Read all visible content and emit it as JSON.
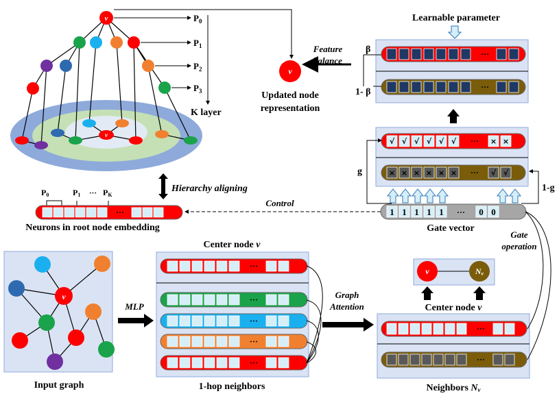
{
  "labels": {
    "p0": "P",
    "p0_sub": "0",
    "p1": "P",
    "p1_sub": "1",
    "p2": "P",
    "p2_sub": "2",
    "p3": "P",
    "p3_sub": "3",
    "k_layer": "K layer",
    "v": "v",
    "updated_node_line1": "Updated node",
    "updated_node_line2": "representation",
    "feature_balance_line1": "Feature",
    "feature_balance_line2": "balance",
    "learnable_parameter": "Learnable parameter",
    "beta": "β",
    "one_minus_beta": "1- β",
    "g": "g",
    "one_minus_g": "1-g",
    "hierarchy_aligning": "Hierarchy aligning",
    "control": "Control",
    "neuron_p0": "P",
    "neuron_p0_sub": "0",
    "neuron_p1": "P",
    "neuron_p1_sub": "1",
    "neuron_dots": "···",
    "neuron_pk": "P",
    "neuron_pk_sub": "K",
    "neurons_root": "Neurons in root node embedding",
    "gate_vector": "Gate vector",
    "gate_operation_line1": "Gate",
    "gate_operation_line2": "operation",
    "center_node_v": "Center node ",
    "center_node_v_italic": "v",
    "center_node_v2": "Center node ",
    "center_node_v2_italic": "v",
    "nv": "N",
    "nv_sub": "v",
    "mlp": "MLP",
    "graph_attention_line1": "Graph",
    "graph_attention_line2": "Attention",
    "input_graph": "Input graph",
    "one_hop": "1-hop neighbors",
    "neighbors_nv": "Neighbors ",
    "neighbors_nv_italic": "N",
    "neighbors_nv_sub": "v",
    "dots": "···",
    "check": "√",
    "cross": "×",
    "one": "1",
    "zero": "0"
  },
  "gate_values": [
    "1",
    "1",
    "1",
    "1",
    "1",
    "···",
    "0",
    "0"
  ],
  "colors": {
    "red": "#ff0000",
    "green": "#1aa34a",
    "cyan": "#1ab0f0",
    "orange": "#f08030",
    "purple": "#7030a0",
    "blue": "#2e6ab0",
    "olive": "#7a5c0a",
    "gray": "#a6a6a6",
    "cell": "#d6eef8",
    "cell_dark": "#1f3864",
    "panel": "#dae3f3"
  }
}
